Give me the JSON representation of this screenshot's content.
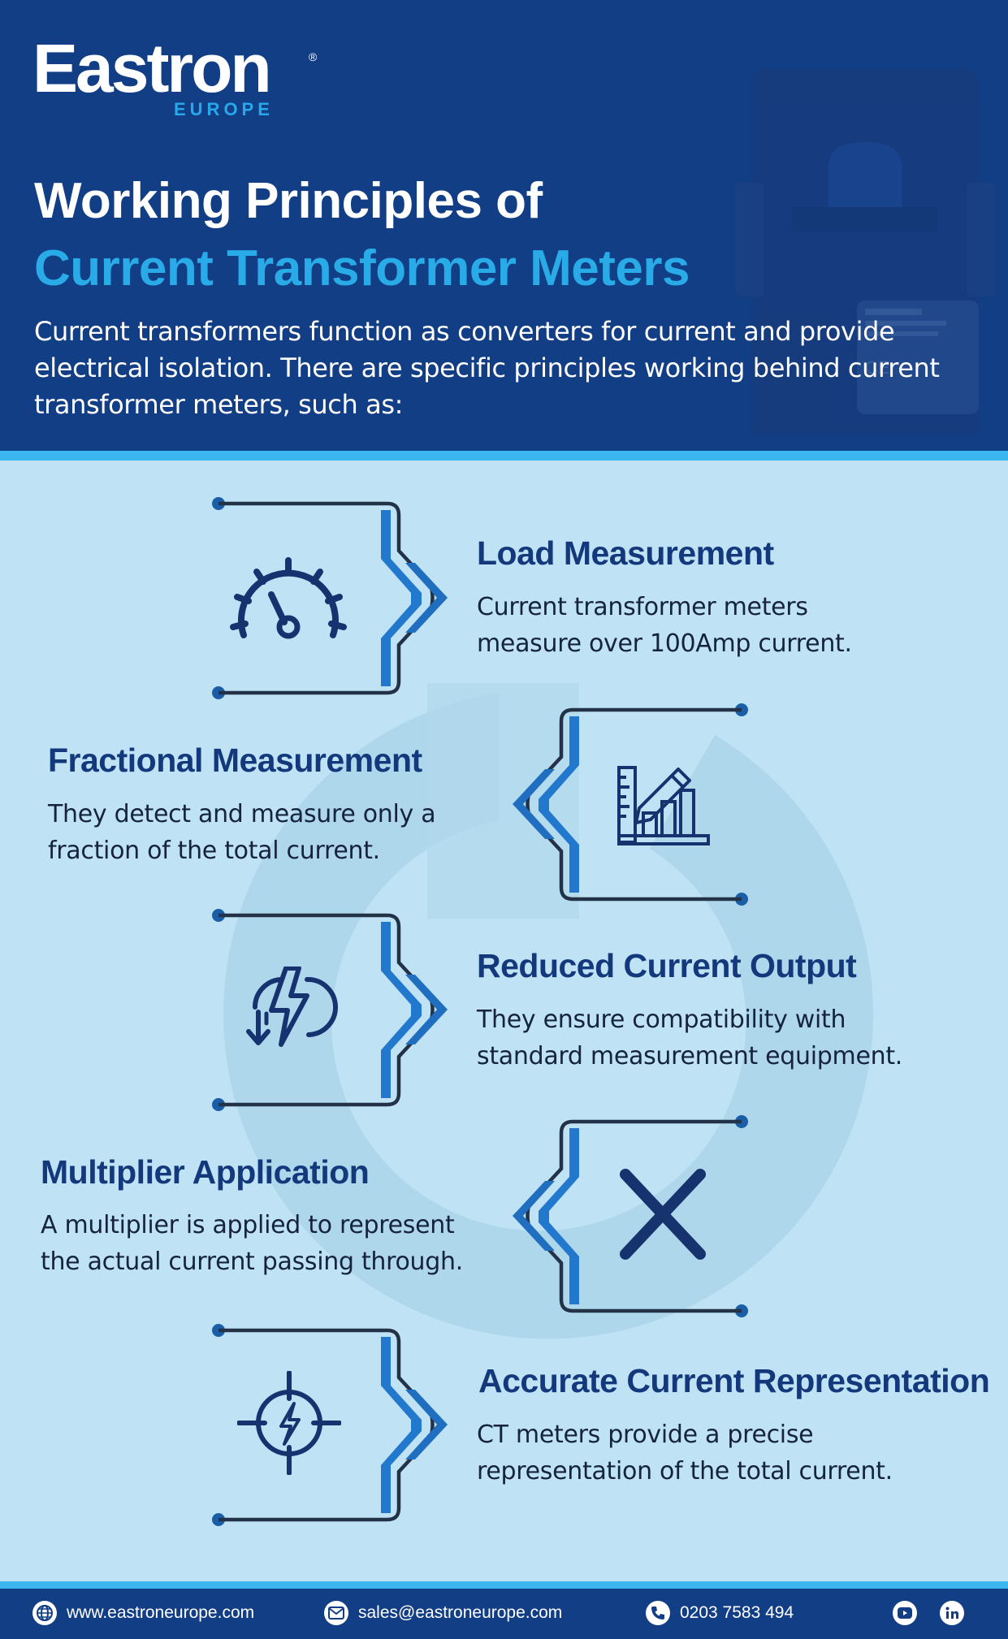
{
  "brand": {
    "name": "Eastron",
    "sub": "EUROPE",
    "reg": "®"
  },
  "header": {
    "title_line1": "Working Principles of",
    "title_line2": "Current Transformer Meters",
    "intro": "Current transformers function as converters for current and provide electrical isolation. There are specific principles working behind current transformer meters, such as:"
  },
  "colors": {
    "header_bg": "#123e86",
    "accent": "#29abe8",
    "body_bg": "#bfe3f5",
    "title_text": "#13397c"
  },
  "sections": [
    {
      "title": "Load Measurement",
      "desc_line1": "Current transformer meters",
      "desc_line2": "measure over 100Amp current.",
      "icon": "speedometer-icon"
    },
    {
      "title": "Fractional Measurement",
      "desc_line1": "They detect and measure only a",
      "desc_line2": "fraction of the total current.",
      "icon": "chart-pencil-icon"
    },
    {
      "title": "Reduced Current Output",
      "desc_line1": "They ensure compatibility with",
      "desc_line2": "standard measurement equipment.",
      "icon": "power-down-icon"
    },
    {
      "title": "Multiplier Application",
      "desc_line1": "A multiplier is applied to represent",
      "desc_line2": "the actual current passing through.",
      "icon": "multiply-icon"
    },
    {
      "title": "Accurate Current Representation",
      "desc_line1": "CT meters provide a precise",
      "desc_line2": "representation of the total current.",
      "icon": "target-bolt-icon"
    }
  ],
  "footer": {
    "website": "www.eastroneurope.com",
    "email": "sales@eastroneurope.com",
    "phone": "0203 7583 494",
    "social": [
      "youtube-icon",
      "linkedin-icon"
    ]
  }
}
